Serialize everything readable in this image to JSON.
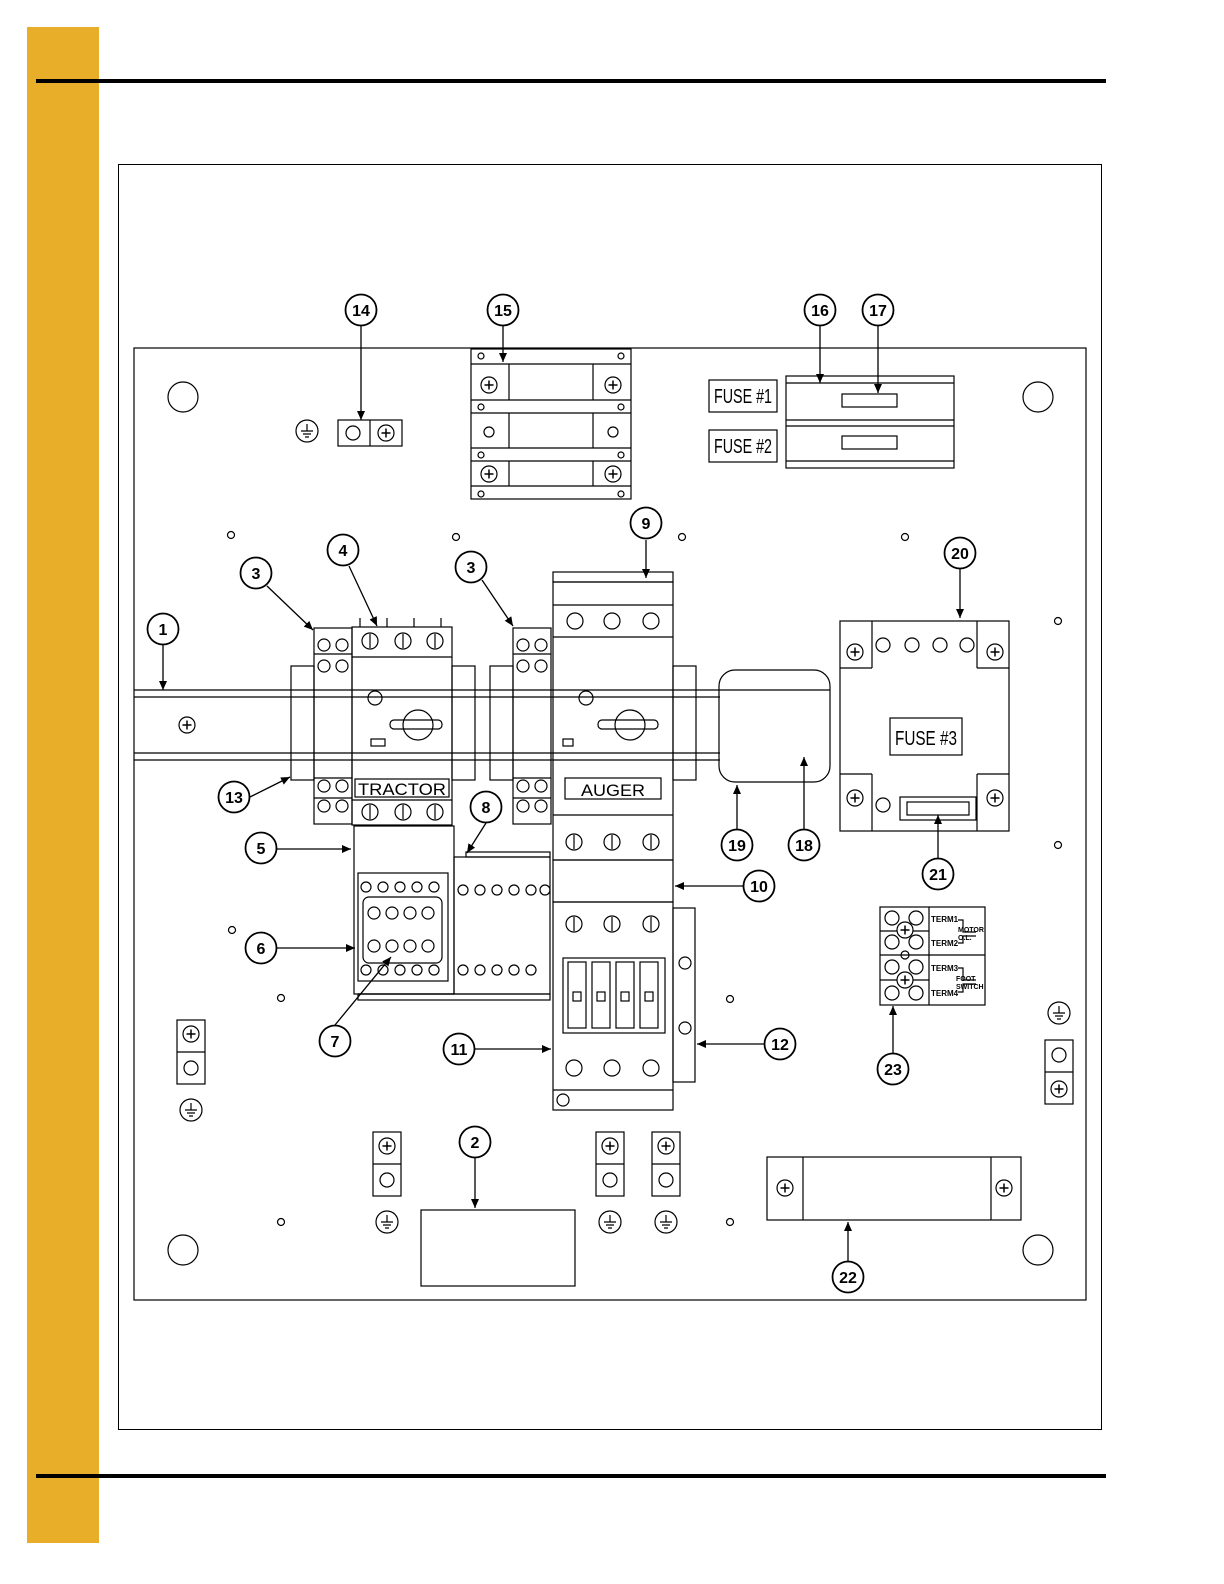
{
  "colors": {
    "accent": "#E8AE2A",
    "line": "#000000",
    "paper": "#FFFFFF"
  },
  "labels": {
    "fuse1": "FUSE #1",
    "fuse2": "FUSE #2",
    "fuse3": "FUSE #3",
    "tractor": "TRACTOR",
    "auger": "AUGER",
    "term1": "TERM1",
    "term2": "TERM2",
    "term3": "TERM3",
    "term4": "TERM4",
    "motor": "MOTOR",
    "ol": "O.L.",
    "foot": "FOOT",
    "switch": "SWITCH"
  },
  "callouts": [
    "1",
    "2",
    "3",
    "3",
    "4",
    "5",
    "6",
    "7",
    "8",
    "9",
    "10",
    "11",
    "12",
    "13",
    "14",
    "15",
    "16",
    "17",
    "18",
    "19",
    "20",
    "21",
    "22",
    "23"
  ]
}
